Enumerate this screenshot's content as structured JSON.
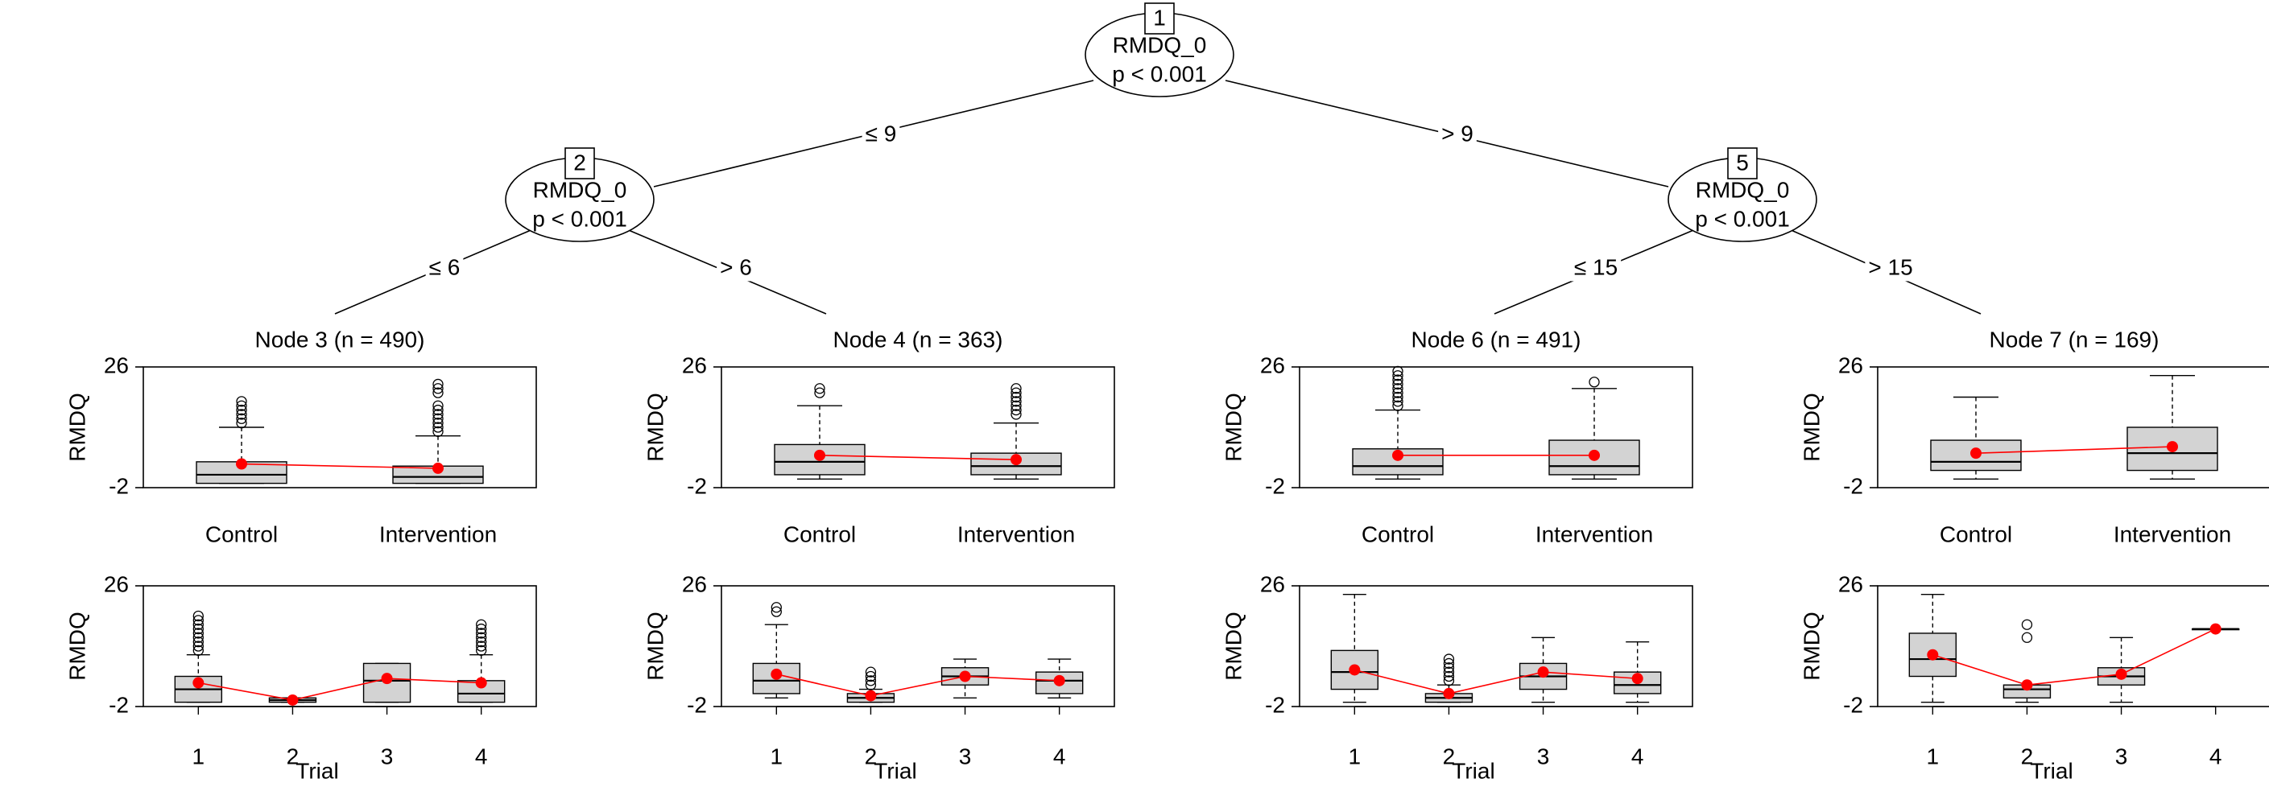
{
  "tree": {
    "nodes": [
      {
        "id": "1",
        "variable": "RMDQ_0",
        "pvalue": "p < 0.001"
      },
      {
        "id": "2",
        "variable": "RMDQ_0",
        "pvalue": "p < 0.001"
      },
      {
        "id": "5",
        "variable": "RMDQ_0",
        "pvalue": "p < 0.001"
      }
    ],
    "edges": [
      {
        "from": "1",
        "to": "2",
        "label": "≤ 9"
      },
      {
        "from": "1",
        "to": "5",
        "label": "> 9"
      },
      {
        "from": "2",
        "to": "3",
        "label": "≤ 6"
      },
      {
        "from": "2",
        "to": "4",
        "label": "> 6"
      },
      {
        "from": "5",
        "to": "6",
        "label": "≤ 15"
      },
      {
        "from": "5",
        "to": "7",
        "label": "> 15"
      }
    ]
  },
  "panels": [
    {
      "title": "Node 3 (n = 490)"
    },
    {
      "title": "Node 4 (n = 363)"
    },
    {
      "title": "Node 6 (n = 491)"
    },
    {
      "title": "Node 7 (n = 169)"
    }
  ],
  "colors": {
    "box_fill": "#d3d3d3",
    "mean_point": "#ff0000",
    "mean_line": "#ff0000",
    "axis": "#000000"
  },
  "chart_data": [
    {
      "type": "box",
      "panel": "Node 3 (n = 490)",
      "ylabel": "RMDQ",
      "yticks": [
        "26",
        "-2"
      ],
      "ylim": [
        -2,
        26
      ],
      "categories": [
        "Control",
        "Intervention"
      ],
      "boxes": [
        {
          "whisker_low": -1,
          "q1": -1,
          "median": 1,
          "q3": 4,
          "whisker_high": 12,
          "outliers": [
            13,
            14,
            15,
            16,
            17,
            18
          ]
        },
        {
          "whisker_low": -1,
          "q1": -1,
          "median": 0.5,
          "q3": 3,
          "whisker_high": 10,
          "outliers": [
            11,
            12,
            13,
            14,
            15,
            16,
            17,
            20,
            21,
            22
          ]
        }
      ],
      "means": [
        3.5,
        2.5
      ]
    },
    {
      "type": "box",
      "panel": "Node 3 (n = 490)",
      "ylabel": "RMDQ",
      "xlabel": "Trial",
      "yticks": [
        "26",
        "-2"
      ],
      "ylim": [
        -2,
        26
      ],
      "categories": [
        "1",
        "2",
        "3",
        "4"
      ],
      "boxes": [
        {
          "whisker_low": -1,
          "q1": -1,
          "median": 2,
          "q3": 5,
          "whisker_high": 10,
          "outliers": [
            11,
            12,
            13,
            14,
            15,
            16,
            17,
            18,
            19
          ]
        },
        {
          "whisker_low": -1,
          "q1": -1,
          "median": -0.5,
          "q3": 0,
          "whisker_high": 0,
          "outliers": []
        },
        {
          "whisker_low": -1,
          "q1": -1,
          "median": 4,
          "q3": 8,
          "whisker_high": 8,
          "outliers": []
        },
        {
          "whisker_low": -1,
          "q1": -1,
          "median": 1,
          "q3": 4,
          "whisker_high": 10,
          "outliers": [
            11,
            12,
            13,
            14,
            15,
            16,
            17
          ]
        }
      ],
      "means": [
        3.5,
        -0.5,
        4.5,
        3.5
      ]
    },
    {
      "type": "box",
      "panel": "Node 4 (n = 363)",
      "ylabel": "RMDQ",
      "yticks": [
        "26",
        "-2"
      ],
      "ylim": [
        -2,
        26
      ],
      "categories": [
        "Control",
        "Intervention"
      ],
      "boxes": [
        {
          "whisker_low": 0,
          "q1": 1,
          "median": 4,
          "q3": 8,
          "whisker_high": 17,
          "outliers": [
            20,
            21
          ]
        },
        {
          "whisker_low": 0,
          "q1": 1,
          "median": 3,
          "q3": 6,
          "whisker_high": 13,
          "outliers": [
            15,
            16,
            17,
            18,
            19,
            20,
            21
          ]
        }
      ],
      "means": [
        5.5,
        4.5
      ]
    },
    {
      "type": "box",
      "panel": "Node 4 (n = 363)",
      "ylabel": "RMDQ",
      "xlabel": "Trial",
      "yticks": [
        "26",
        "-2"
      ],
      "ylim": [
        -2,
        26
      ],
      "categories": [
        "1",
        "2",
        "3",
        "4"
      ],
      "boxes": [
        {
          "whisker_low": 0,
          "q1": 1,
          "median": 4,
          "q3": 8,
          "whisker_high": 17,
          "outliers": [
            20,
            21
          ]
        },
        {
          "whisker_low": -1,
          "q1": -1,
          "median": 0,
          "q3": 1,
          "whisker_high": 2,
          "outliers": [
            3,
            4,
            5,
            6
          ]
        },
        {
          "whisker_low": 0,
          "q1": 3,
          "median": 5,
          "q3": 7,
          "whisker_high": 9,
          "outliers": []
        },
        {
          "whisker_low": 0,
          "q1": 1,
          "median": 4,
          "q3": 6,
          "whisker_high": 9,
          "outliers": []
        }
      ],
      "means": [
        5.5,
        0.5,
        5,
        4
      ]
    },
    {
      "type": "box",
      "panel": "Node 6 (n = 491)",
      "ylabel": "RMDQ",
      "yticks": [
        "26",
        "-2"
      ],
      "ylim": [
        -2,
        26
      ],
      "categories": [
        "Control",
        "Intervention"
      ],
      "boxes": [
        {
          "whisker_low": 0,
          "q1": 1,
          "median": 3,
          "q3": 7,
          "whisker_high": 16,
          "outliers": [
            17,
            18,
            19,
            20,
            21,
            22,
            23,
            24,
            25
          ]
        },
        {
          "whisker_low": 0,
          "q1": 1,
          "median": 3,
          "q3": 9,
          "whisker_high": 21,
          "outliers": [
            22.5
          ]
        }
      ],
      "means": [
        5.5,
        5.5
      ]
    },
    {
      "type": "box",
      "panel": "Node 6 (n = 491)",
      "ylabel": "RMDQ",
      "xlabel": "Trial",
      "yticks": [
        "26",
        "-2"
      ],
      "ylim": [
        -2,
        26
      ],
      "categories": [
        "1",
        "2",
        "3",
        "4"
      ],
      "boxes": [
        {
          "whisker_low": -1,
          "q1": 2,
          "median": 6,
          "q3": 11,
          "whisker_high": 24,
          "outliers": []
        },
        {
          "whisker_low": -1,
          "q1": -1,
          "median": 0,
          "q3": 1,
          "whisker_high": 3,
          "outliers": [
            4,
            5,
            6,
            7,
            8,
            9
          ]
        },
        {
          "whisker_low": -1,
          "q1": 2,
          "median": 5,
          "q3": 8,
          "whisker_high": 14,
          "outliers": []
        },
        {
          "whisker_low": -1,
          "q1": 1,
          "median": 3,
          "q3": 6,
          "whisker_high": 13,
          "outliers": []
        }
      ],
      "means": [
        6.5,
        1,
        6,
        4.5
      ]
    },
    {
      "type": "box",
      "panel": "Node 7 (n = 169)",
      "ylabel": "RMDQ",
      "yticks": [
        "26",
        "-2"
      ],
      "ylim": [
        -2,
        26
      ],
      "categories": [
        "Control",
        "Intervention"
      ],
      "boxes": [
        {
          "whisker_low": 0,
          "q1": 2,
          "median": 4,
          "q3": 9,
          "whisker_high": 19,
          "outliers": []
        },
        {
          "whisker_low": 0,
          "q1": 2,
          "median": 6,
          "q3": 12,
          "whisker_high": 24,
          "outliers": []
        }
      ],
      "means": [
        6,
        7.5
      ]
    },
    {
      "type": "box",
      "panel": "Node 7 (n = 169)",
      "ylabel": "RMDQ",
      "xlabel": "Trial",
      "yticks": [
        "26",
        "-2"
      ],
      "ylim": [
        -2,
        26
      ],
      "categories": [
        "1",
        "2",
        "3",
        "4"
      ],
      "boxes": [
        {
          "whisker_low": -1,
          "q1": 5,
          "median": 9,
          "q3": 15,
          "whisker_high": 24,
          "outliers": []
        },
        {
          "whisker_low": -1,
          "q1": 0,
          "median": 2,
          "q3": 3,
          "whisker_high": 3,
          "outliers": [
            14,
            17
          ]
        },
        {
          "whisker_low": -1,
          "q1": 3,
          "median": 5,
          "q3": 7,
          "whisker_high": 14,
          "outliers": []
        },
        {
          "whisker_low": 16,
          "q1": 16,
          "median": 16,
          "q3": 16,
          "whisker_high": 16,
          "outliers": []
        }
      ],
      "means": [
        10,
        3,
        5.5,
        16
      ]
    }
  ]
}
